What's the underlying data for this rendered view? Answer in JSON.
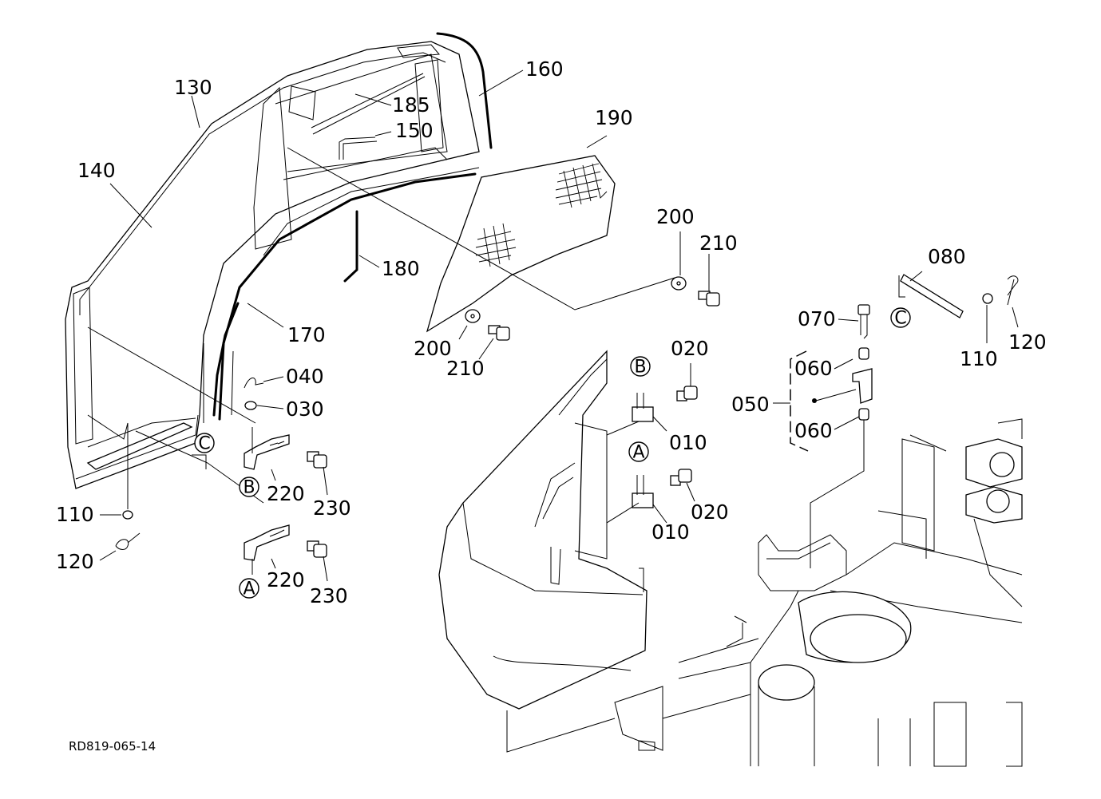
{
  "diagram": {
    "drawing_code": "RD819-065-14",
    "part_labels": {
      "p130": "130",
      "p140": "140",
      "p160": "160",
      "p185": "185",
      "p150": "150",
      "p190": "190",
      "p180": "180",
      "p170": "170",
      "p200a": "200",
      "p210a": "210",
      "p200b": "200",
      "p210b": "210",
      "p080": "080",
      "p070": "070",
      "p120a": "120",
      "p110a": "110",
      "p060a": "060",
      "p050": "050",
      "p060b": "060",
      "p020a": "020",
      "p010a": "010",
      "p020b": "020",
      "p010b": "010",
      "p040": "040",
      "p030": "030",
      "p220a": "220",
      "p230a": "230",
      "p110b": "110",
      "p120b": "120",
      "p220b": "220",
      "p230b": "230"
    },
    "callouts": {
      "B_top": "B",
      "A_top": "A",
      "C_right": "C",
      "C_left": "C",
      "B_left": "B",
      "A_left": "A"
    }
  }
}
